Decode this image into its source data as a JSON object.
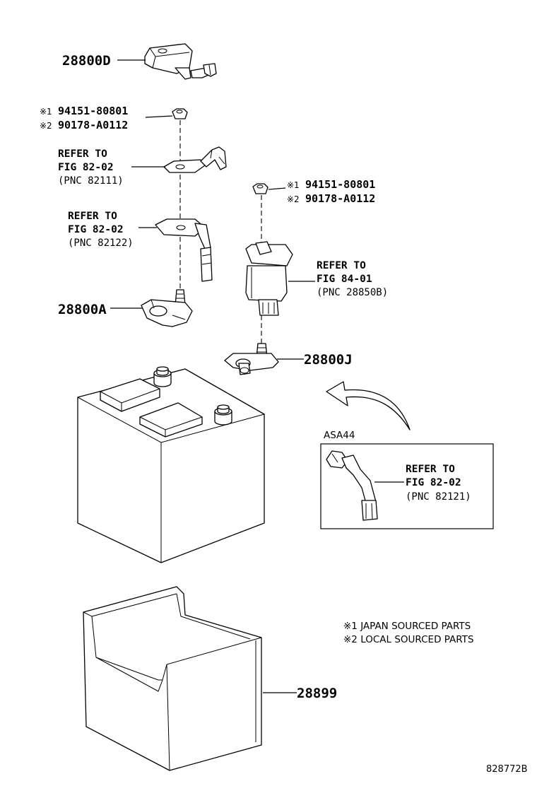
{
  "labels": {
    "part_28800d": "28800D",
    "part_28800a": "28800A",
    "part_28800j": "28800J",
    "part_28899": "28899",
    "nut_top_line1": "94151-80801",
    "nut_top_line2": "90178-A0112",
    "nut_right_line1": "94151-80801",
    "nut_right_line2": "90178-A0112",
    "mark1": "※1",
    "mark2": "※2",
    "ref_82111": {
      "line1": "REFER TO",
      "line2": "FIG 82-02",
      "line3": "(PNC 82111)"
    },
    "ref_82122": {
      "line1": "REFER TO",
      "line2": "FIG 82-02",
      "line3": "(PNC 82122)"
    },
    "ref_28850b": {
      "line1": "REFER TO",
      "line2": "FIG 84-01",
      "line3": "(PNC 28850B)"
    },
    "ref_82121": {
      "line1": "REFER TO",
      "line2": "FIG 82-02",
      "line3": "(PNC 82121)"
    },
    "inset_title": "ASA44"
  },
  "legend": {
    "note1": "※1 JAPAN SOURCED PARTS",
    "note2": "※2 LOCAL SOURCED PARTS"
  },
  "figure_code": "828772B"
}
